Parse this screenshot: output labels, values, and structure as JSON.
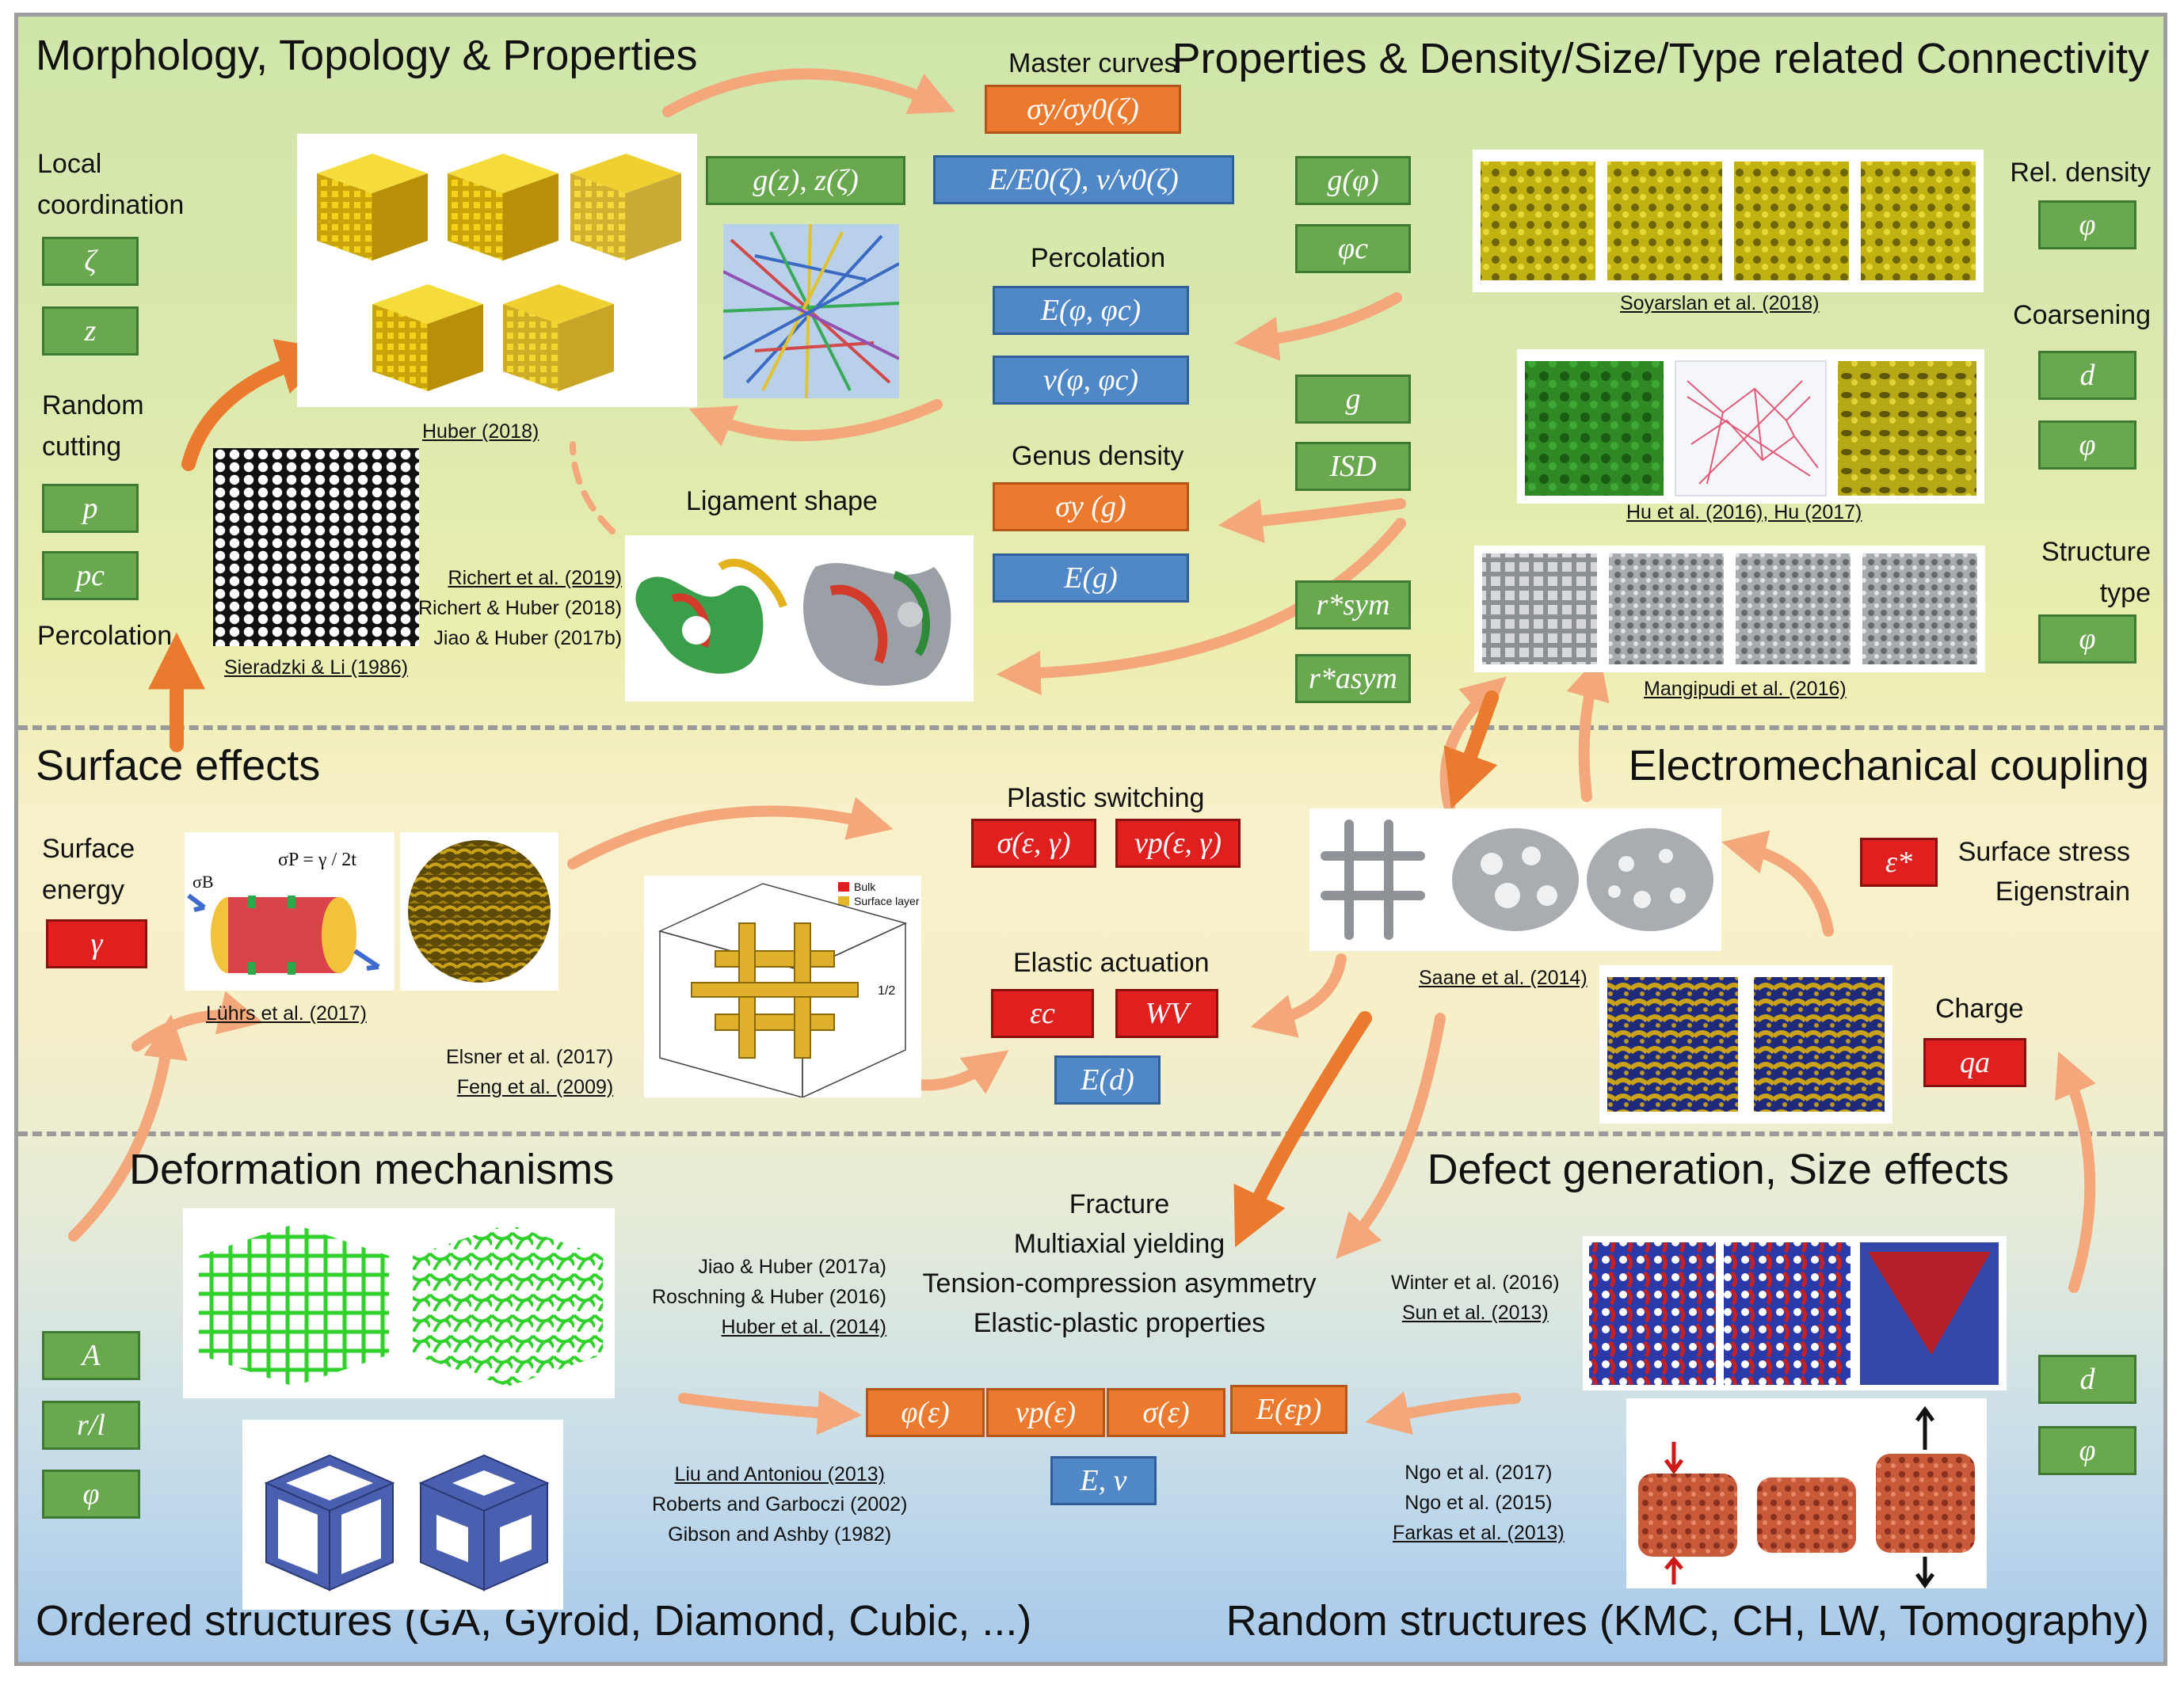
{
  "sections": {
    "morphology": "Morphology, Topology & Properties",
    "properties_density": "Properties & Density/Size/Type related Connectivity",
    "surface_effects": "Surface effects",
    "electromechanical": "Electromechanical coupling",
    "deformation": "Deformation mechanisms",
    "defect": "Defect generation, Size effects",
    "ordered": "Ordered structures (GA, Gyroid, Diamond, Cubic, ...)",
    "random": "Random structures (KMC, CH, LW, Tomography)"
  },
  "labels": {
    "local_coordination": "Local coordination",
    "random_cutting": "Random cutting",
    "percolation_left": "Percolation",
    "master_curves": "Master curves",
    "percolation_center": "Percolation",
    "genus_density": "Genus density",
    "ligament_shape": "Ligament shape",
    "rel_density": "Rel. density",
    "coarsening": "Coarsening",
    "structure_type": "Structure type",
    "surface_energy": "Surface energy",
    "plastic_switching": "Plastic switching",
    "elastic_actuation": "Elastic actuation",
    "surface_stress": "Surface stress",
    "eigenstrain": "Eigenstrain",
    "charge": "Charge",
    "fracture_lines": [
      "Fracture",
      "Multiaxial yielding",
      "Tension-compression asymmetry",
      "Elastic-plastic properties"
    ]
  },
  "boxes": {
    "zeta": "ζ",
    "z": "z",
    "p": "p",
    "pc": "pc",
    "sigma_y_ratio": "σy/σy0(ζ)",
    "E_ratio": "E/E0(ζ), ν/ν0(ζ)",
    "g_z": "g(z), z(ζ)",
    "E_phi": "E(φ, φc)",
    "nu_phi": "ν(φ, φc)",
    "sigma_g": "σy (g)",
    "E_g": "E(g)",
    "g_phi": "g(φ)",
    "phi_c": "φc",
    "g": "g",
    "isd": "ISD",
    "r_sym": "r*sym",
    "r_asym": "r*asym",
    "phi_rel": "φ",
    "d_coarse": "d",
    "phi_coarse": "φ",
    "phi_type": "φ",
    "gamma": "γ",
    "sigma_eps": "σ(ε, γ)",
    "nu_eps": "νp(ε, γ)",
    "eps_c": "εc",
    "W_v": "WV",
    "E_d": "E(d)",
    "eps_star": "ε*",
    "q_a": "qa",
    "A": "A",
    "r_l": "r/l",
    "phi_def": "φ",
    "phi_e": "φ(ε)",
    "nu_e": "νp(ε)",
    "sigma_e": "σ(ε)",
    "E_ep": "E(εp)",
    "E_nu": "E, ν",
    "d_def": "d",
    "phi_def2": "φ"
  },
  "refs": {
    "huber2018": "Huber (2018)",
    "sieradzki": "Sieradzki & Li (1986)",
    "richert2019": "Richert et al. (2019)",
    "richert2018": "Richert & Huber (2018)",
    "jiao2017b": "Jiao & Huber (2017b)",
    "soyarslan": "Soyarslan et al. (2018)",
    "hu": "Hu et al. (2016), Hu (2017)",
    "mangipudi": "Mangipudi et al. (2016)",
    "luhrs": "Lührs et al. (2017)",
    "elsner": "Elsner et al. (2017)",
    "feng": "Feng et al. (2009)",
    "saane": "Saane et al. (2014)",
    "jiao2017a": "Jiao & Huber (2017a)",
    "roschning": "Roschning & Huber (2016)",
    "huber2014": "Huber et al. (2014)",
    "liu": "Liu and Antoniou (2013)",
    "roberts": "Roberts and Garboczi (2002)",
    "gibson": "Gibson and Ashby (1982)",
    "winter": "Winter et al. (2016)",
    "sun": "Sun et al. (2013)",
    "ngo2017": "Ngo et al. (2017)",
    "ngo2015": "Ngo et al. (2015)",
    "farkas": "Farkas et al. (2013)"
  },
  "image_text": {
    "stress_eq": "σP = γ / 2t",
    "sigma_b": "σB",
    "legend_bulk": "Bulk",
    "legend_surface": "Surface layer",
    "half": "1/2"
  },
  "icons": [
    "gold-cube-lattice",
    "honeycomb-hole-array",
    "colored-strut-network",
    "stress-contour-ligament",
    "yellow-foam-cube",
    "green-foam-cube",
    "red-line-network",
    "grey-foam-cube",
    "cylinder-surface-stress",
    "gold-beam-cell",
    "grey-network",
    "blue-gold-foam",
    "green-lattice",
    "blue-cubic-cell",
    "red-blue-foam",
    "copper-foam"
  ],
  "colors": {
    "green_box": "#6aa84f",
    "blue_box": "#4f87c7",
    "orange_box": "#ec7a2e",
    "red_box": "#e01f1f",
    "arrow_light": "#f4a77a",
    "arrow_dark": "#ea7a2e"
  }
}
